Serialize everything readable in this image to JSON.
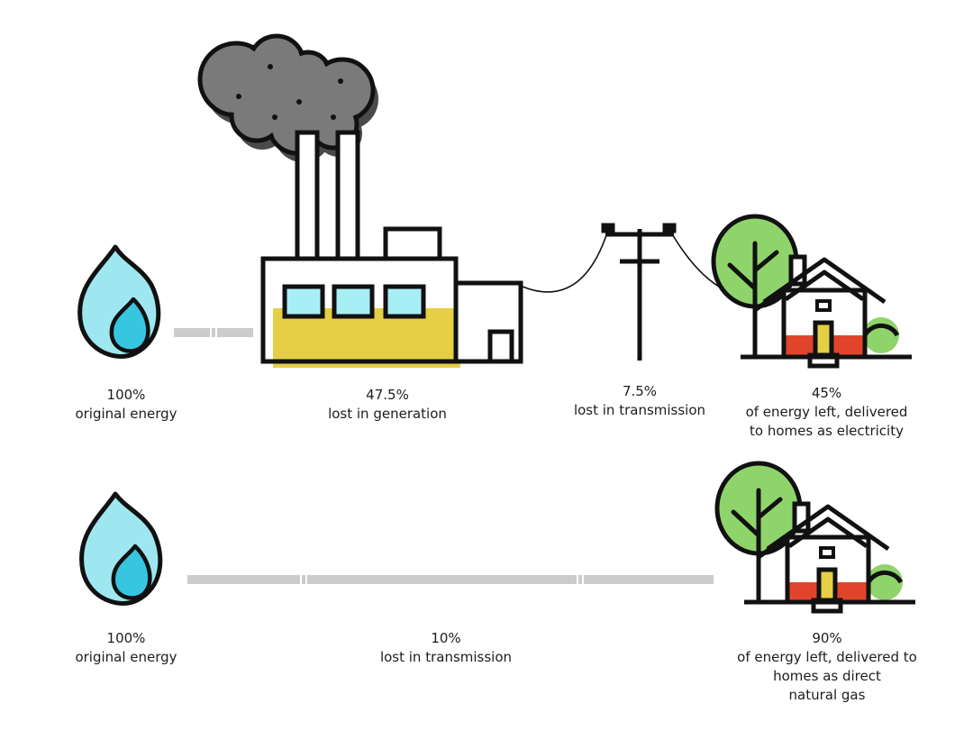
{
  "row1": {
    "source": {
      "percent": "100%",
      "desc": "original energy"
    },
    "generation": {
      "percent": "47.5%",
      "desc": "lost in generation"
    },
    "transmission": {
      "percent": "7.5%",
      "desc": "lost in transmission"
    },
    "delivered": {
      "percent": "45%",
      "desc_line1": "of energy left, delivered",
      "desc_line2": "to homes as electricity"
    }
  },
  "row2": {
    "source": {
      "percent": "100%",
      "desc": "original energy"
    },
    "transmission": {
      "percent": "10%",
      "desc": "lost in transmission"
    },
    "delivered": {
      "percent": "90%",
      "desc_line1": "of energy left, delivered to",
      "desc_line2": "homes as direct",
      "desc_line3": "natural gas"
    }
  },
  "colors": {
    "outline": "#111111",
    "flame": "#9ee7f0",
    "flame_inner": "#37c6e0",
    "smoke": "#7a7a7a",
    "smoke_shadow": "#4a4a4a",
    "factory_fill": "#e5cf45",
    "window": "#a8eef5",
    "tree": "#8fd46b",
    "house_base": "#e0452b",
    "door": "#e5cf45",
    "pipe": "#cccccc"
  }
}
